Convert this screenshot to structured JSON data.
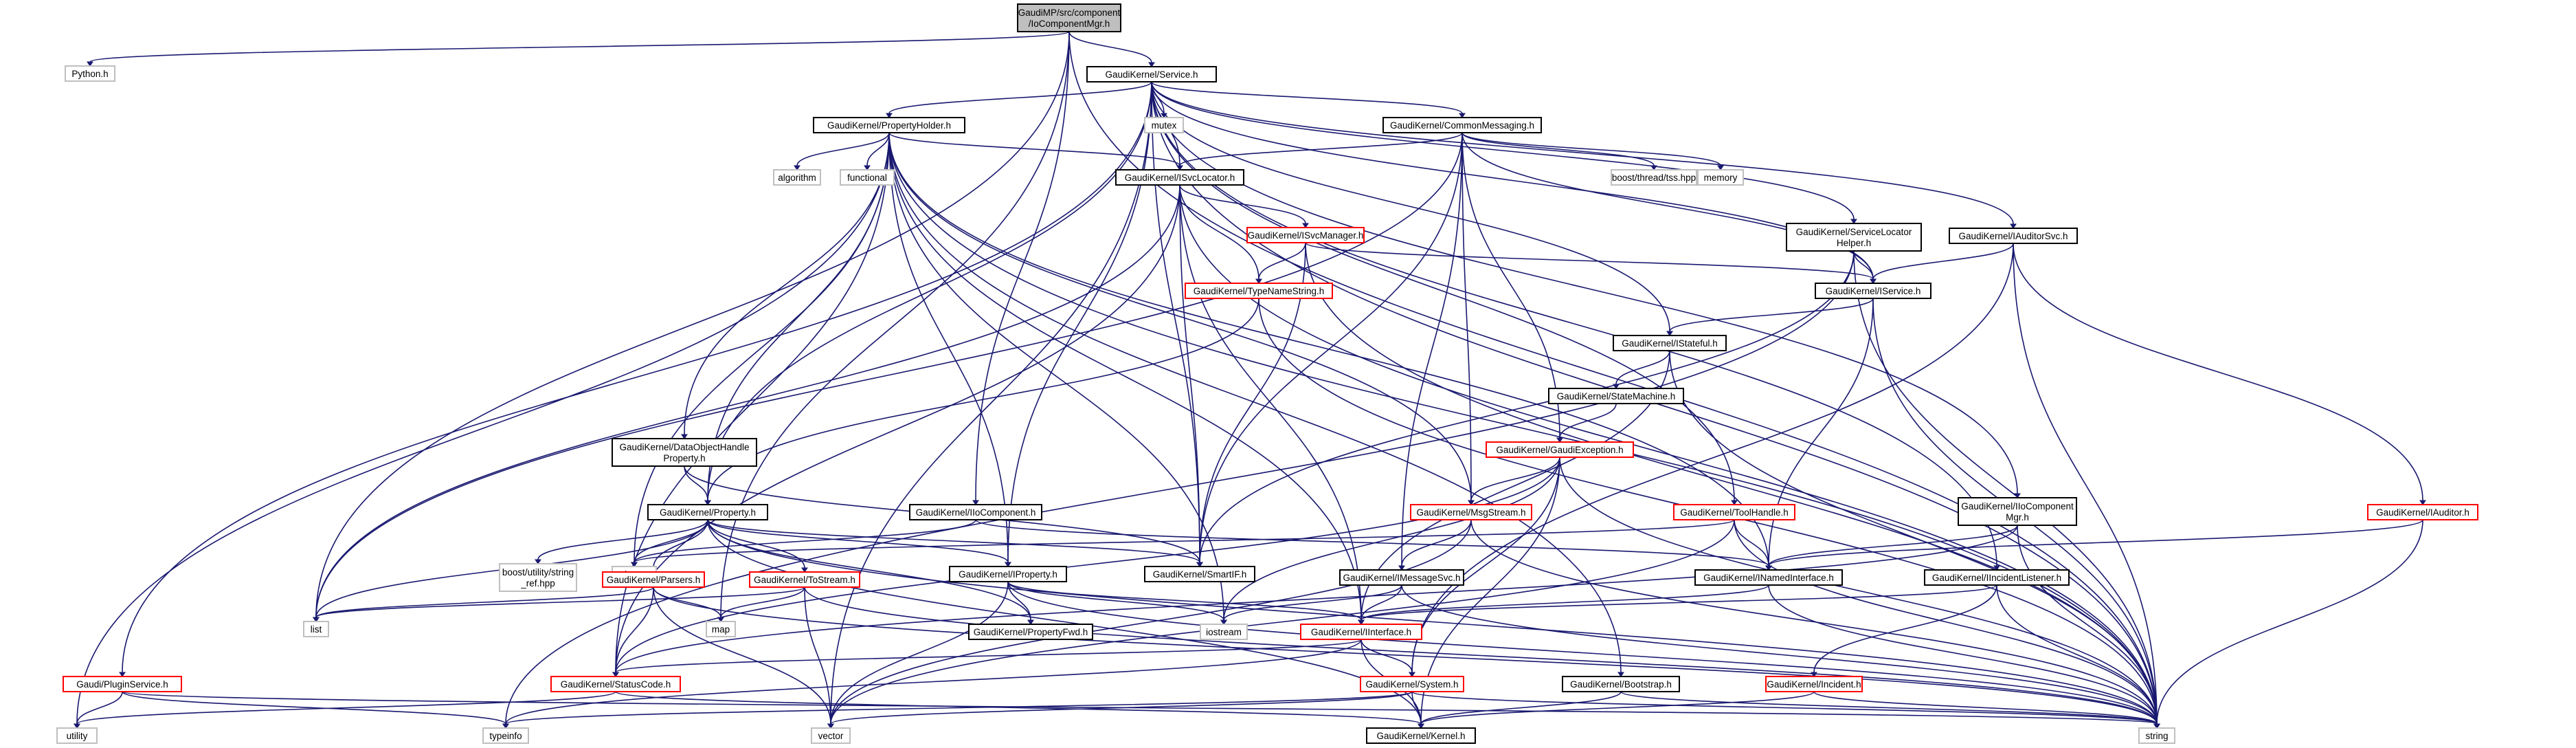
{
  "nodes": [
    {
      "id": "root",
      "lines": [
        "GaudiMP/src/component",
        "/IoComponentMgr.h"
      ],
      "kind": "root"
    },
    {
      "id": "python",
      "lines": [
        "Python.h"
      ],
      "kind": "ext"
    },
    {
      "id": "service",
      "lines": [
        "GaudiKernel/Service.h"
      ],
      "kind": "normal"
    },
    {
      "id": "mutex",
      "lines": [
        "mutex"
      ],
      "kind": "ext"
    },
    {
      "id": "propholder",
      "lines": [
        "GaudiKernel/PropertyHolder.h"
      ],
      "kind": "normal"
    },
    {
      "id": "commonmsg",
      "lines": [
        "GaudiKernel/CommonMessaging.h"
      ],
      "kind": "normal"
    },
    {
      "id": "algorithm",
      "lines": [
        "algorithm"
      ],
      "kind": "ext"
    },
    {
      "id": "functional",
      "lines": [
        "functional"
      ],
      "kind": "ext"
    },
    {
      "id": "isvclocator",
      "lines": [
        "GaudiKernel/ISvcLocator.h"
      ],
      "kind": "normal"
    },
    {
      "id": "threadtss",
      "lines": [
        "boost/thread/tss.hpp"
      ],
      "kind": "ext"
    },
    {
      "id": "memory",
      "lines": [
        "memory"
      ],
      "kind": "ext"
    },
    {
      "id": "svclocatorhelper",
      "lines": [
        "GaudiKernel/ServiceLocator",
        "Helper.h"
      ],
      "kind": "normal"
    },
    {
      "id": "iauditorsvc",
      "lines": [
        "GaudiKernel/IAuditorSvc.h"
      ],
      "kind": "normal"
    },
    {
      "id": "isvcmanager",
      "lines": [
        "GaudiKernel/ISvcManager.h"
      ],
      "kind": "red"
    },
    {
      "id": "typenamestring",
      "lines": [
        "GaudiKernel/TypeNameString.h"
      ],
      "kind": "red"
    },
    {
      "id": "iservice",
      "lines": [
        "GaudiKernel/IService.h"
      ],
      "kind": "normal"
    },
    {
      "id": "istateful",
      "lines": [
        "GaudiKernel/IStateful.h"
      ],
      "kind": "normal"
    },
    {
      "id": "statemachine",
      "lines": [
        "GaudiKernel/StateMachine.h"
      ],
      "kind": "normal"
    },
    {
      "id": "gaudiexception",
      "lines": [
        "GaudiKernel/GaudiException.h"
      ],
      "kind": "red"
    },
    {
      "id": "dataobjhandle",
      "lines": [
        "GaudiKernel/DataObjectHandle",
        "Property.h"
      ],
      "kind": "normal"
    },
    {
      "id": "property",
      "lines": [
        "GaudiKernel/Property.h"
      ],
      "kind": "normal"
    },
    {
      "id": "iiocomponent",
      "lines": [
        "GaudiKernel/IIoComponent.h"
      ],
      "kind": "normal"
    },
    {
      "id": "msgstream",
      "lines": [
        "GaudiKernel/MsgStream.h"
      ],
      "kind": "red"
    },
    {
      "id": "toolhandle",
      "lines": [
        "GaudiKernel/ToolHandle.h"
      ],
      "kind": "red"
    },
    {
      "id": "iiocompmgr",
      "lines": [
        "GaudiKernel/IIoComponent",
        "Mgr.h"
      ],
      "kind": "normal"
    },
    {
      "id": "iauditor",
      "lines": [
        "GaudiKernel/IAuditor.h"
      ],
      "kind": "red"
    },
    {
      "id": "stdexcept",
      "lines": [
        "stdexcept"
      ],
      "kind": "ext"
    },
    {
      "id": "boostref",
      "lines": [
        "boost/utility/string",
        "_ref.hpp"
      ],
      "kind": "ext"
    },
    {
      "id": "iproperty",
      "lines": [
        "GaudiKernel/IProperty.h"
      ],
      "kind": "normal"
    },
    {
      "id": "smartif",
      "lines": [
        "GaudiKernel/SmartIF.h"
      ],
      "kind": "normal"
    },
    {
      "id": "imessagesvc",
      "lines": [
        "GaudiKernel/IMessageSvc.h"
      ],
      "kind": "normal"
    },
    {
      "id": "inamedinterface",
      "lines": [
        "GaudiKernel/INamedInterface.h"
      ],
      "kind": "normal"
    },
    {
      "id": "iincidentlistener",
      "lines": [
        "GaudiKernel/IIncidentListener.h"
      ],
      "kind": "normal"
    },
    {
      "id": "parsers",
      "lines": [
        "GaudiKernel/Parsers.h"
      ],
      "kind": "red"
    },
    {
      "id": "tostream",
      "lines": [
        "GaudiKernel/ToStream.h"
      ],
      "kind": "red"
    },
    {
      "id": "list",
      "lines": [
        "list"
      ],
      "kind": "ext"
    },
    {
      "id": "map",
      "lines": [
        "map"
      ],
      "kind": "ext"
    },
    {
      "id": "propertyfwd",
      "lines": [
        "GaudiKernel/PropertyFwd.h"
      ],
      "kind": "normal"
    },
    {
      "id": "iostream",
      "lines": [
        "iostream"
      ],
      "kind": "ext"
    },
    {
      "id": "iinterface",
      "lines": [
        "GaudiKernel/IInterface.h"
      ],
      "kind": "red"
    },
    {
      "id": "pluginservice",
      "lines": [
        "Gaudi/PluginService.h"
      ],
      "kind": "red"
    },
    {
      "id": "statuscode",
      "lines": [
        "GaudiKernel/StatusCode.h"
      ],
      "kind": "red"
    },
    {
      "id": "system",
      "lines": [
        "GaudiKernel/System.h"
      ],
      "kind": "red"
    },
    {
      "id": "bootstrap",
      "lines": [
        "GaudiKernel/Bootstrap.h"
      ],
      "kind": "normal"
    },
    {
      "id": "iincident",
      "lines": [
        "GaudiKernel/Incident.h"
      ],
      "kind": "red"
    },
    {
      "id": "utility",
      "lines": [
        "utility"
      ],
      "kind": "ext"
    },
    {
      "id": "typeinfo",
      "lines": [
        "typeinfo"
      ],
      "kind": "ext"
    },
    {
      "id": "vector",
      "lines": [
        "vector"
      ],
      "kind": "ext"
    },
    {
      "id": "kernel",
      "lines": [
        "GaudiKernel/Kernel.h"
      ],
      "kind": "normal"
    },
    {
      "id": "string",
      "lines": [
        "string"
      ],
      "kind": "ext"
    }
  ],
  "edges": [
    [
      "root",
      "python"
    ],
    [
      "root",
      "service"
    ],
    [
      "root",
      "iiocomponent"
    ],
    [
      "root",
      "list"
    ],
    [
      "root",
      "map"
    ],
    [
      "root",
      "string"
    ],
    [
      "service",
      "mutex"
    ],
    [
      "service",
      "propholder"
    ],
    [
      "service",
      "commonmsg"
    ],
    [
      "service",
      "isvclocator"
    ],
    [
      "service",
      "svclocatorhelper"
    ],
    [
      "service",
      "iauditorsvc"
    ],
    [
      "service",
      "iservice"
    ],
    [
      "service",
      "istateful"
    ],
    [
      "service",
      "property"
    ],
    [
      "service",
      "iproperty"
    ],
    [
      "service",
      "smartif"
    ],
    [
      "service",
      "toolhandle"
    ],
    [
      "service",
      "iiocompmgr"
    ],
    [
      "service",
      "iincidentlistener"
    ],
    [
      "service",
      "pluginservice"
    ],
    [
      "service",
      "string"
    ],
    [
      "service",
      "vector"
    ],
    [
      "propholder",
      "algorithm"
    ],
    [
      "propholder",
      "functional"
    ],
    [
      "propholder",
      "isvclocator"
    ],
    [
      "propholder",
      "dataobjhandle"
    ],
    [
      "propholder",
      "property"
    ],
    [
      "propholder",
      "iproperty"
    ],
    [
      "propholder",
      "msgstream"
    ],
    [
      "propholder",
      "inamedinterface"
    ],
    [
      "propholder",
      "bootstrap"
    ],
    [
      "propholder",
      "stdexcept"
    ],
    [
      "propholder",
      "iinterface"
    ],
    [
      "propholder",
      "statuscode"
    ],
    [
      "propholder",
      "utility"
    ],
    [
      "propholder",
      "iostream"
    ],
    [
      "propholder",
      "string"
    ],
    [
      "commonmsg",
      "threadtss"
    ],
    [
      "commonmsg",
      "memory"
    ],
    [
      "commonmsg",
      "isvclocator"
    ],
    [
      "commonmsg",
      "iservice"
    ],
    [
      "commonmsg",
      "gaudiexception"
    ],
    [
      "commonmsg",
      "msgstream"
    ],
    [
      "commonmsg",
      "imessagesvc"
    ],
    [
      "commonmsg",
      "smartif"
    ],
    [
      "commonmsg",
      "list"
    ],
    [
      "isvclocator",
      "isvcmanager"
    ],
    [
      "isvclocator",
      "typenamestring"
    ],
    [
      "isvclocator",
      "smartif"
    ],
    [
      "isvclocator",
      "iinterface"
    ],
    [
      "isvclocator",
      "statuscode"
    ],
    [
      "isvclocator",
      "string"
    ],
    [
      "isvclocator",
      "list"
    ],
    [
      "isvcmanager",
      "typenamestring"
    ],
    [
      "isvcmanager",
      "iservice"
    ],
    [
      "isvcmanager",
      "smartif"
    ],
    [
      "isvcmanager",
      "string"
    ],
    [
      "typenamestring",
      "property"
    ],
    [
      "typenamestring",
      "string"
    ],
    [
      "svclocatorhelper",
      "iservice"
    ],
    [
      "svclocatorhelper",
      "smartif"
    ],
    [
      "svclocatorhelper",
      "typeinfo"
    ],
    [
      "svclocatorhelper",
      "string"
    ],
    [
      "iauditorsvc",
      "iservice"
    ],
    [
      "iauditorsvc",
      "iauditor"
    ],
    [
      "iauditorsvc",
      "system"
    ],
    [
      "iauditorsvc",
      "string"
    ],
    [
      "iservice",
      "istateful"
    ],
    [
      "iservice",
      "inamedinterface"
    ],
    [
      "iservice",
      "string"
    ],
    [
      "istateful",
      "statemachine"
    ],
    [
      "istateful",
      "iinterface"
    ],
    [
      "istateful",
      "string"
    ],
    [
      "statemachine",
      "gaudiexception"
    ],
    [
      "gaudiexception",
      "msgstream"
    ],
    [
      "gaudiexception",
      "system"
    ],
    [
      "gaudiexception",
      "kernel"
    ],
    [
      "gaudiexception",
      "statuscode"
    ],
    [
      "gaudiexception",
      "iostream"
    ],
    [
      "gaudiexception",
      "string"
    ],
    [
      "dataobjhandle",
      "property"
    ],
    [
      "dataobjhandle",
      "smartif"
    ],
    [
      "property",
      "stdexcept"
    ],
    [
      "property",
      "boostref"
    ],
    [
      "property",
      "parsers"
    ],
    [
      "property",
      "tostream"
    ],
    [
      "property",
      "iproperty"
    ],
    [
      "property",
      "propertyfwd"
    ],
    [
      "property",
      "smartif"
    ],
    [
      "property",
      "kernel"
    ],
    [
      "property",
      "string"
    ],
    [
      "property",
      "list"
    ],
    [
      "iiocomponent",
      "inamedinterface"
    ],
    [
      "iiocomponent",
      "stdexcept"
    ],
    [
      "msgstream",
      "imessagesvc"
    ],
    [
      "msgstream",
      "string"
    ],
    [
      "msgstream",
      "vector"
    ],
    [
      "toolhandle",
      "inamedinterface"
    ],
    [
      "toolhandle",
      "string"
    ],
    [
      "toolhandle",
      "stdexcept"
    ],
    [
      "toolhandle",
      "vector"
    ],
    [
      "iiocompmgr",
      "inamedinterface"
    ],
    [
      "iiocompmgr",
      "statuscode"
    ],
    [
      "iiocompmgr",
      "string"
    ],
    [
      "iauditor",
      "inamedinterface"
    ],
    [
      "iauditor",
      "string"
    ],
    [
      "iproperty",
      "propertyfwd"
    ],
    [
      "iproperty",
      "iinterface"
    ],
    [
      "iproperty",
      "iostream"
    ],
    [
      "iproperty",
      "string"
    ],
    [
      "iproperty",
      "vector"
    ],
    [
      "imessagesvc",
      "iinterface"
    ],
    [
      "imessagesvc",
      "iostream"
    ],
    [
      "imessagesvc",
      "string"
    ],
    [
      "inamedinterface",
      "iinterface"
    ],
    [
      "inamedinterface",
      "string"
    ],
    [
      "iincidentlistener",
      "iincident"
    ],
    [
      "iincidentlistener",
      "iinterface"
    ],
    [
      "iincidentlistener",
      "string"
    ],
    [
      "parsers",
      "list"
    ],
    [
      "parsers",
      "map"
    ],
    [
      "parsers",
      "statuscode"
    ],
    [
      "parsers",
      "vector"
    ],
    [
      "parsers",
      "string"
    ],
    [
      "tostream",
      "list"
    ],
    [
      "tostream",
      "map"
    ],
    [
      "tostream",
      "vector"
    ],
    [
      "tostream",
      "string"
    ],
    [
      "iinterface",
      "statuscode"
    ],
    [
      "iinterface",
      "system"
    ],
    [
      "iinterface",
      "kernel"
    ],
    [
      "iinterface",
      "typeinfo"
    ],
    [
      "pluginservice",
      "utility"
    ],
    [
      "pluginservice",
      "typeinfo"
    ],
    [
      "pluginservice",
      "string"
    ],
    [
      "statuscode",
      "kernel"
    ],
    [
      "statuscode",
      "utility"
    ],
    [
      "system",
      "kernel"
    ],
    [
      "system",
      "typeinfo"
    ],
    [
      "system",
      "vector"
    ],
    [
      "system",
      "string"
    ],
    [
      "bootstrap",
      "kernel"
    ],
    [
      "bootstrap",
      "string"
    ],
    [
      "iincident",
      "string"
    ],
    [
      "iincident",
      "kernel"
    ]
  ],
  "colors": {
    "edge": "#191970",
    "root_fill": "#bfbfbf",
    "normal_border": "#000000",
    "incomplete_border": "#ff0000",
    "external_border": "#bfbfbf"
  }
}
